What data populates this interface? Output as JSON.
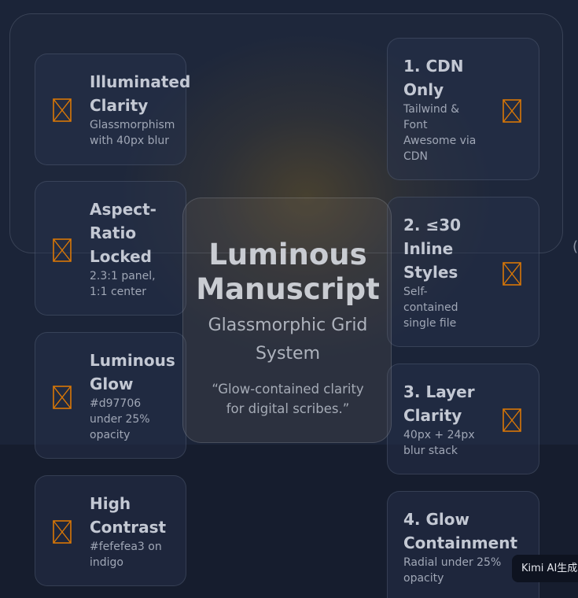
{
  "hero": {
    "title": "Luminous\nManuscript",
    "subtitle": "Glassmorphic Grid\nSystem",
    "quote": "“Glow-contained clarity\nfor digital scribes.”"
  },
  "icons": {
    "broken_image": "broken-image-icon",
    "accent_color": "#d97706"
  },
  "left_cards": [
    {
      "title": "Illuminated\nClarity",
      "desc": "Glassmorphism\nwith 40px blur"
    },
    {
      "title": "Aspect-\nRatio\nLocked",
      "desc": "2.3:1 panel,\n1:1 center"
    },
    {
      "title": "Luminous\nGlow",
      "desc": "#d97706\nunder 25%\nopacity"
    },
    {
      "title": "High\nContrast",
      "desc": "#fefefea3 on\nindigo"
    }
  ],
  "right_cards": [
    {
      "title": "1. CDN\nOnly",
      "desc": "Tailwind &\nFont\nAwesome via\nCDN"
    },
    {
      "title": "2. ≤30\nInline\nStyles",
      "desc": "Self-\ncontained\nsingle file"
    },
    {
      "title": "3. Layer\nClarity",
      "desc": "40px + 24px\nblur stack"
    },
    {
      "title": "4. Glow\nContainment",
      "desc": "Radial under 25%\nopacity"
    }
  ],
  "overlay": {
    "tooltip": "Kimi AI生成"
  }
}
